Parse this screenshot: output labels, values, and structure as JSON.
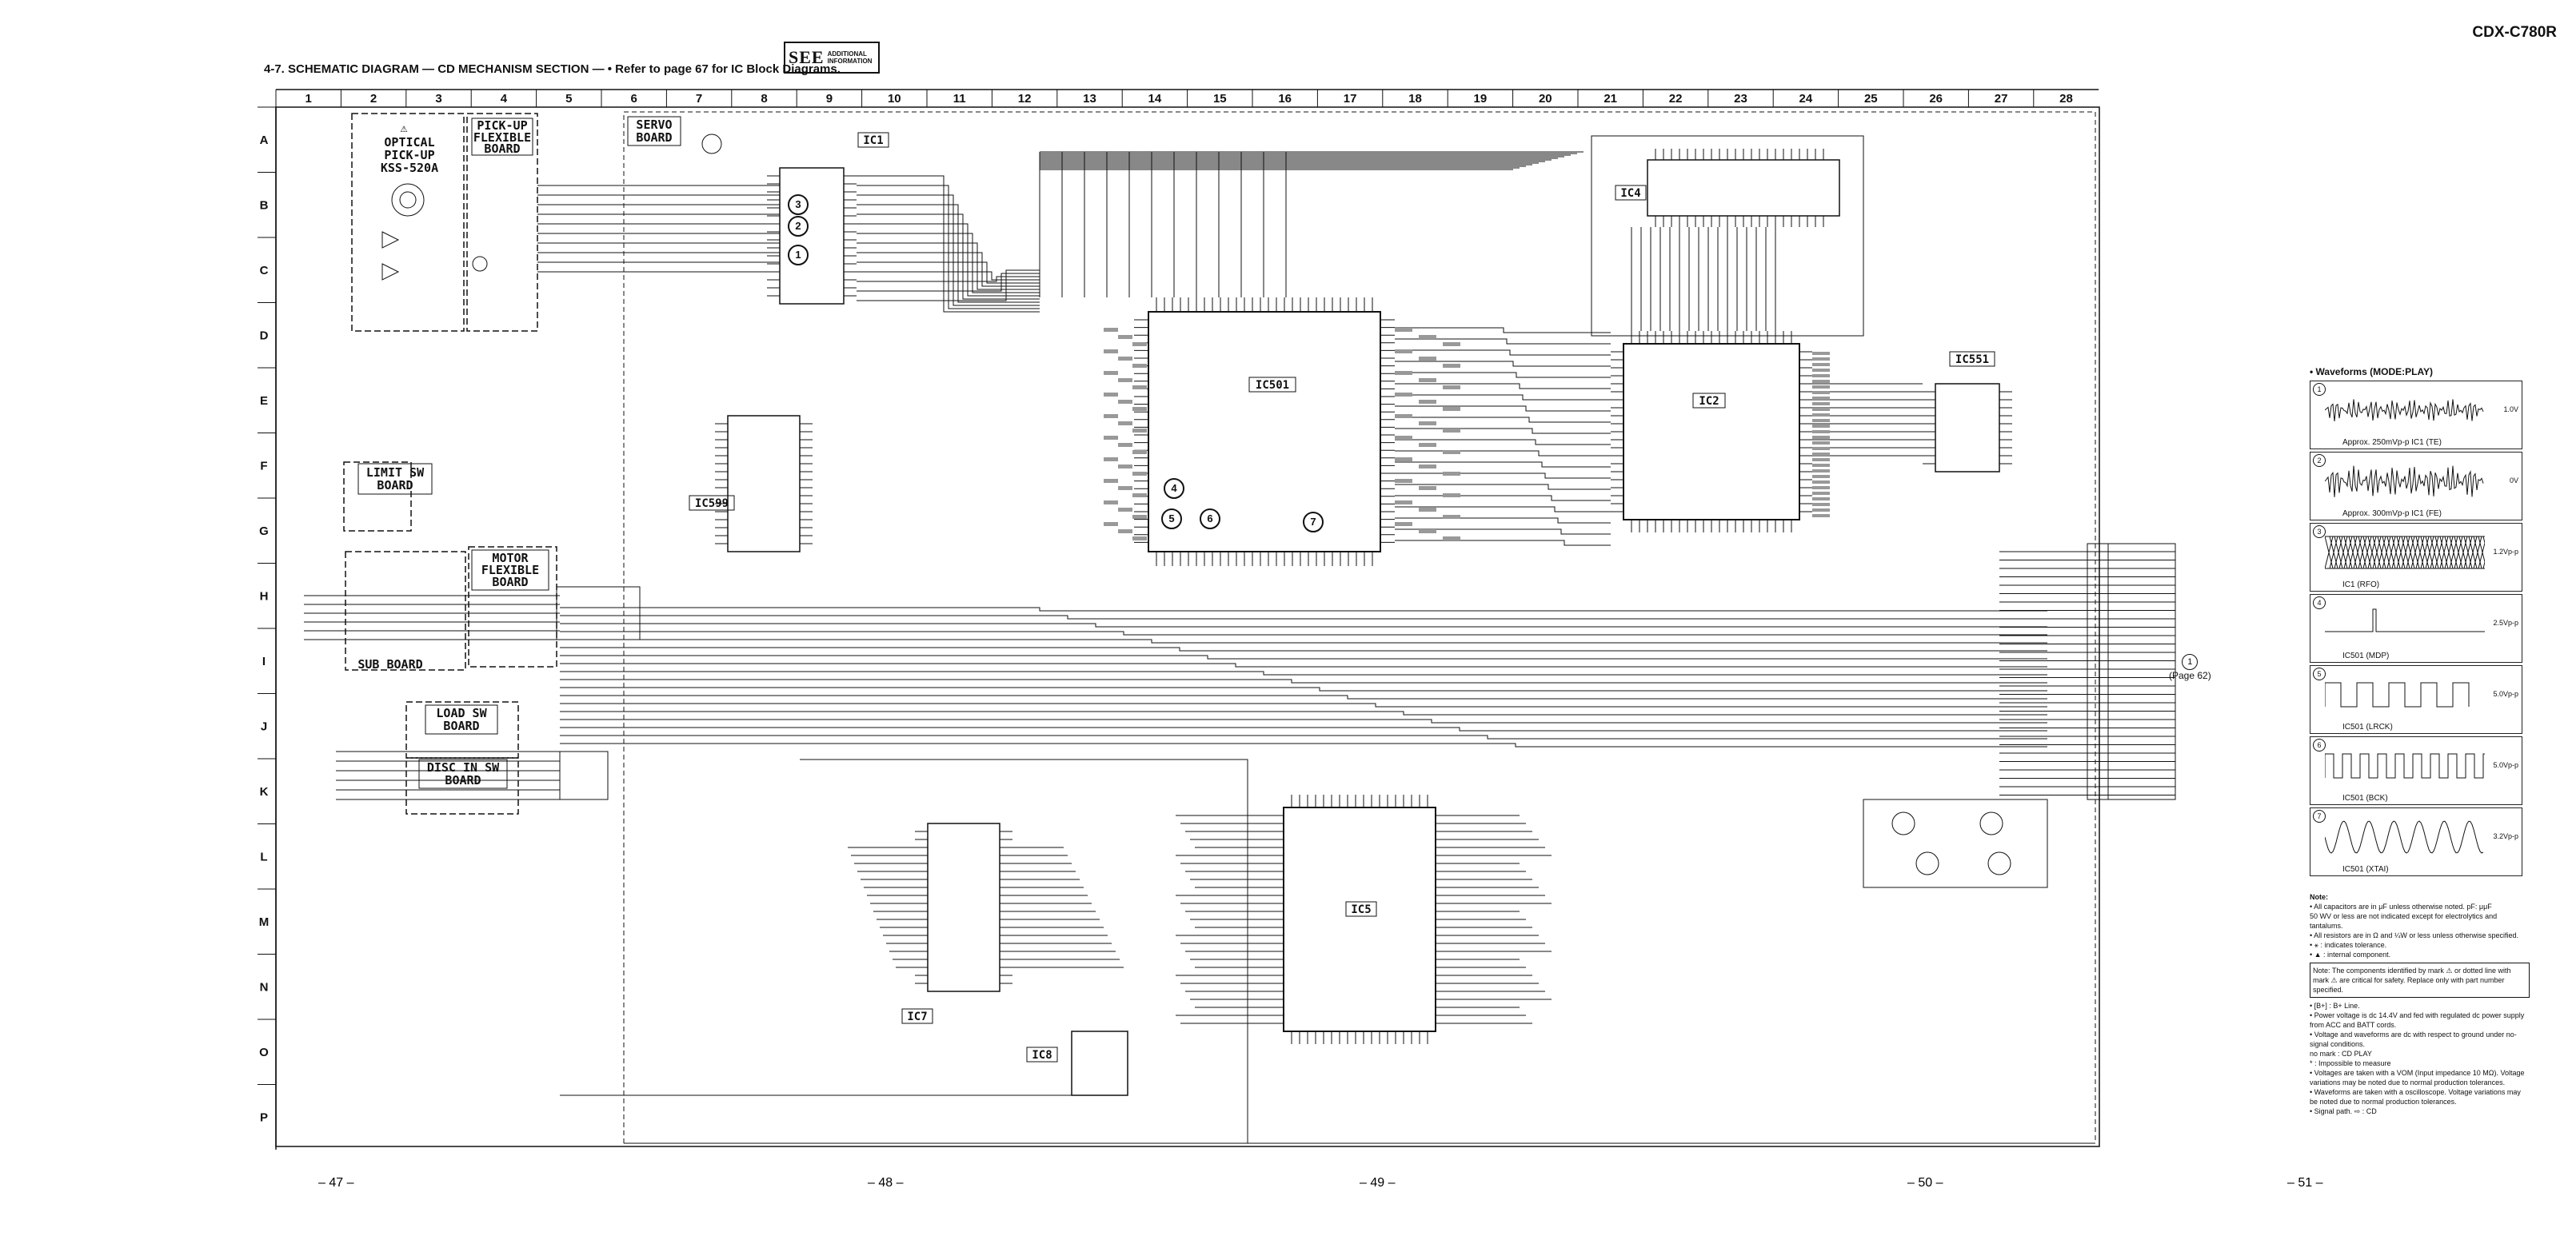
{
  "header": {
    "title": "4-7. SCHEMATIC DIAGRAM — CD MECHANISM SECTION — • Refer to page 67 for IC Block Diagrams.",
    "model": "CDX-C780R",
    "see_word": "SEE",
    "see_line1": "ADDITIONAL",
    "see_line2": "INFORMATION"
  },
  "grid": {
    "columns": [
      "1",
      "2",
      "3",
      "4",
      "5",
      "6",
      "7",
      "8",
      "9",
      "10",
      "11",
      "12",
      "13",
      "14",
      "15",
      "16",
      "17",
      "18",
      "19",
      "20",
      "21",
      "22",
      "23",
      "24",
      "25",
      "26",
      "27",
      "28"
    ],
    "rows": [
      "A",
      "B",
      "C",
      "D",
      "E",
      "F",
      "G",
      "H",
      "I",
      "J",
      "K",
      "L",
      "M",
      "N",
      "O",
      "P"
    ]
  },
  "boards": {
    "optical": [
      "⚠",
      "OPTICAL",
      "PICK-UP",
      "KSS-520A"
    ],
    "pickup_flex": [
      "PICK-UP",
      "FLEXIBLE",
      "BOARD"
    ],
    "servo": [
      "SERVO",
      "BOARD"
    ],
    "limit_sw": [
      "LIMIT SW",
      "BOARD"
    ],
    "motor_flex": [
      "MOTOR",
      "FLEXIBLE",
      "BOARD"
    ],
    "sub": "SUB BOARD",
    "load_sw": [
      "LOAD SW",
      "BOARD"
    ],
    "disc_in_sw": [
      "DISC IN SW",
      "BOARD"
    ]
  },
  "ics": {
    "ic1": "IC1",
    "ic501": "IC501",
    "ic2": "IC2",
    "ic4": "IC4",
    "ic5": "IC5",
    "ic551": "IC551",
    "ic599": "IC599",
    "ic7": "IC7",
    "ic8": "IC8"
  },
  "callouts": [
    "1",
    "2",
    "3",
    "4",
    "5",
    "6",
    "7"
  ],
  "page_numbers": [
    "– 47 –",
    "– 48 –",
    "– 49 –",
    "– 50 –",
    "– 51 –"
  ],
  "page_ref": "(Page 62)",
  "waveforms": {
    "title": "• Waveforms   (MODE:PLAY)",
    "items": [
      {
        "num": "1",
        "caption": "Approx. 250mVp-p  IC1 (TE)",
        "amp": "1.0V"
      },
      {
        "num": "2",
        "caption": "Approx. 300mVp-p  IC1 (FE)",
        "amp": "0V"
      },
      {
        "num": "3",
        "caption": "IC1 (RFO)",
        "amp": "1.2Vp-p"
      },
      {
        "num": "4",
        "caption": "IC501 (MDP)",
        "amp": "2.5Vp-p"
      },
      {
        "num": "5",
        "caption": "IC501 (LRCK)",
        "amp": "5.0Vp-p"
      },
      {
        "num": "6",
        "caption": "IC501 (BCK)",
        "amp": "5.0Vp-p"
      },
      {
        "num": "7",
        "caption": "IC501 (XTAI)",
        "amp": "3.2Vp-p"
      }
    ]
  },
  "notes": {
    "title": "Note:",
    "lines": [
      "• All capacitors are in μF unless otherwise noted. pF: μμF",
      "  50 WV or less are not indicated except for electrolytics and tantalums.",
      "• All resistors are in Ω and ¼W or less unless otherwise specified.",
      "• ⚹ : indicates tolerance.",
      "• ▲ : internal component."
    ],
    "box": "Note: The components identified by mark ⚠ or dotted line with mark ⚠ are critical for safety. Replace only with part number specified.",
    "more": [
      "• [B+] : B+ Line.",
      "• Power voltage is dc 14.4V and fed with regulated dc power supply from ACC and BATT cords.",
      "• Voltage and waveforms are dc with respect to ground under no-signal conditions.",
      "  no mark : CD PLAY",
      "  * : Impossible to measure",
      "• Voltages are taken with a VOM (Input impedance 10 MΩ). Voltage variations may be noted due to normal production tolerances.",
      "• Waveforms are taken with a oscilloscope. Voltage variations may be noted due to normal production tolerances.",
      "• Signal path.  ⇨ : CD"
    ]
  }
}
